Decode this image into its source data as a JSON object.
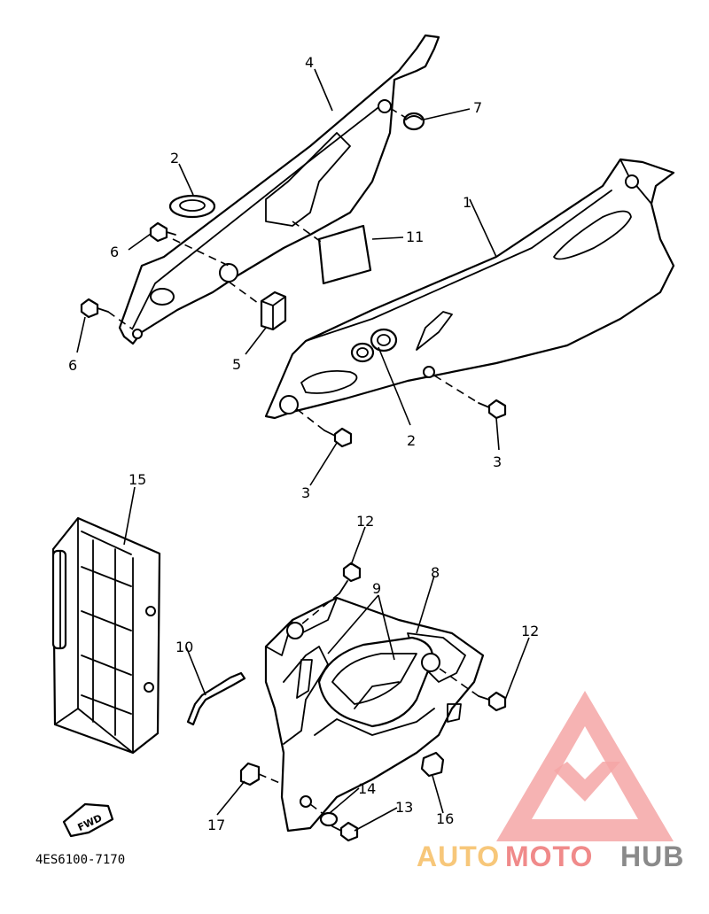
{
  "diagram_code": "4ES6100-7170",
  "watermark": {
    "part1": "AUTO",
    "part2": "MOTO",
    "part3": "HUB",
    "logo_color": "#f4a6a6"
  },
  "fwd_label": "FWD",
  "callouts": {
    "c1": "1",
    "c2a": "2",
    "c2b": "2",
    "c3a": "3",
    "c3b": "3",
    "c4": "4",
    "c5": "5",
    "c6a": "6",
    "c6b": "6",
    "c7": "7",
    "c8": "8",
    "c9": "9",
    "c10": "10",
    "c11": "11",
    "c12a": "12",
    "c12b": "12",
    "c13": "13",
    "c14": "14",
    "c15": "15",
    "c16": "16",
    "c17": "17"
  }
}
